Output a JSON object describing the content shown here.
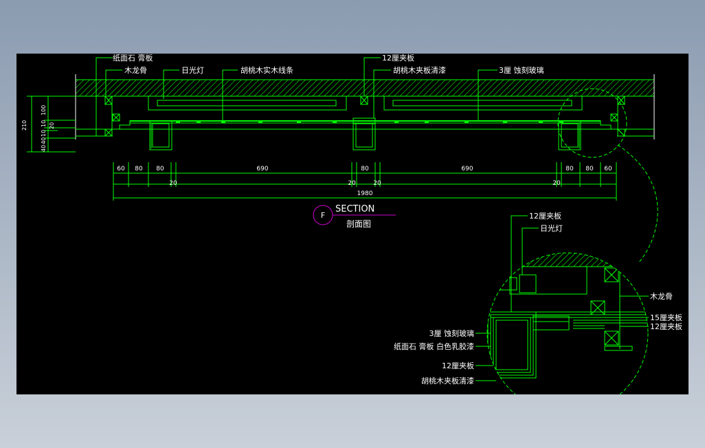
{
  "colors": {
    "background": "#000000",
    "line": "#00ff00",
    "text": "#ffffff",
    "dim": "#00ff00",
    "marker": "#cc00cc"
  },
  "labels": {
    "gypsum": "纸面石 膏板",
    "wood_keel": "木龙骨",
    "fluorescent": "日光灯",
    "walnut_strip": "胡桃木实木线条",
    "ply12_top": "12厘夹板",
    "walnut_ply": "胡桃木夹板清漆",
    "etched_glass": "3厘 蚀刻玻璃"
  },
  "dims_vertical": {
    "d210": "210",
    "d100": "100",
    "d10a": "10",
    "d20": "20",
    "d40": "40",
    "d40b": "40",
    "d10b": "10"
  },
  "dims_row1": {
    "a": "60",
    "b": "80",
    "c": "80",
    "d": "690",
    "e": "80",
    "f": "690",
    "g": "80",
    "h": "80",
    "i": "60"
  },
  "dims_row2": {
    "a": "20",
    "b": "20",
    "c": "20",
    "d": "20"
  },
  "dims_total": "1980",
  "section": {
    "marker": "F",
    "title": "SECTION",
    "subtitle": "剖面图"
  },
  "detail": {
    "ply12": "12厘夹板",
    "fluorescent": "日光灯",
    "wood_keel": "木龙骨",
    "ply15": "15厘夹板",
    "ply12_right": "12厘夹板",
    "etched_glass": "3厘 蚀刻玻璃",
    "gypsum_paint": "纸面石 膏板 白色乳胶漆",
    "ply12_bottom": "12厘夹板",
    "walnut_ply": "胡桃木夹板清漆"
  }
}
